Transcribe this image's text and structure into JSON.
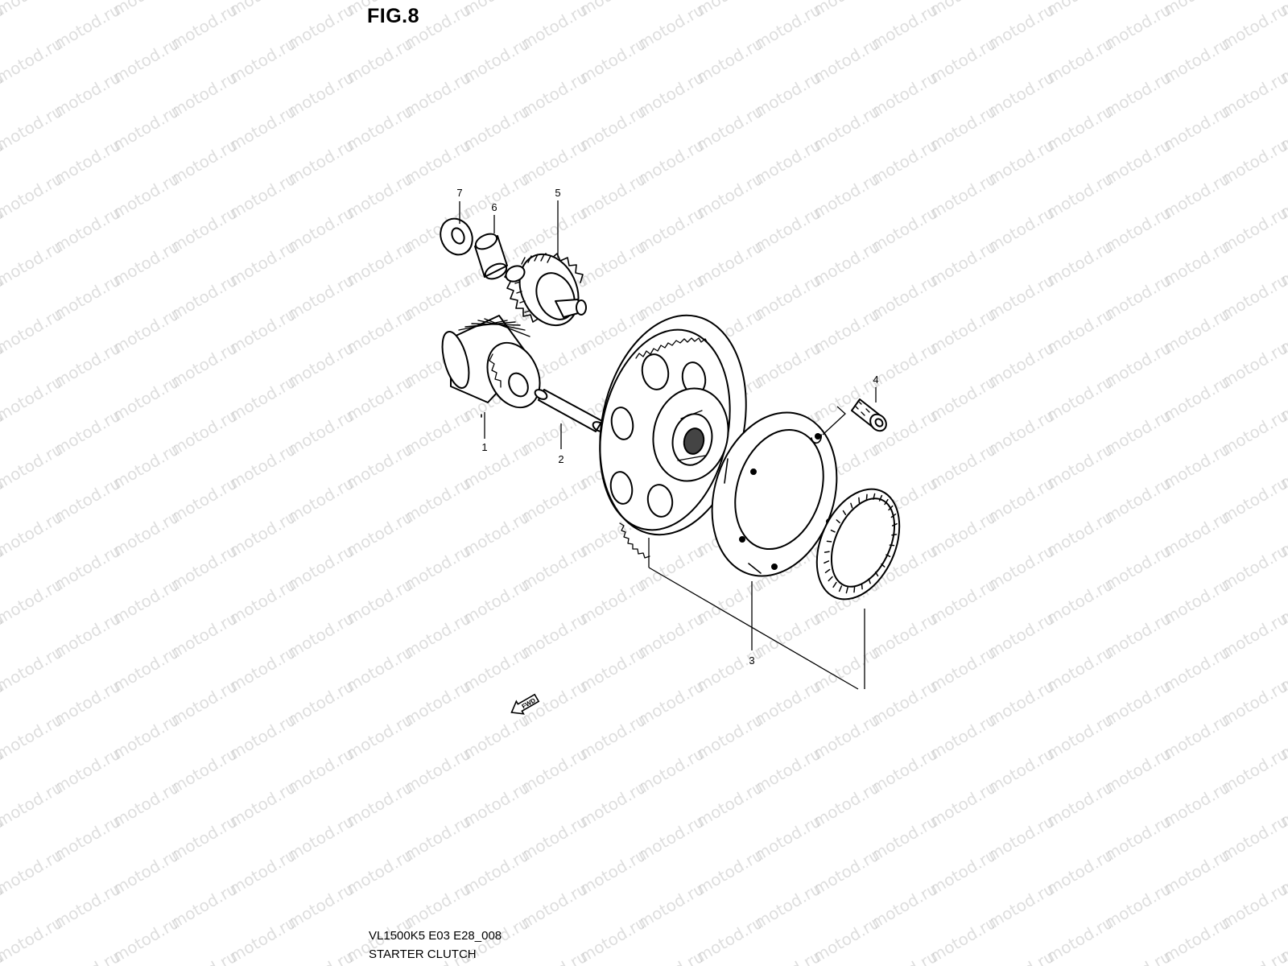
{
  "figure": {
    "title": "FIG.8",
    "model_code": "VL1500K5 E03 E28_008",
    "assembly_name": "STARTER CLUTCH",
    "direction_marker": "FWD",
    "watermark_text": "motod.ru",
    "line_color": "#000000",
    "watermark_color": "#9a9a9a"
  },
  "parts": [
    {
      "callout": "1"
    },
    {
      "callout": "2"
    },
    {
      "callout": "3"
    },
    {
      "callout": "4"
    },
    {
      "callout": "5"
    },
    {
      "callout": "6"
    },
    {
      "callout": "7"
    }
  ]
}
